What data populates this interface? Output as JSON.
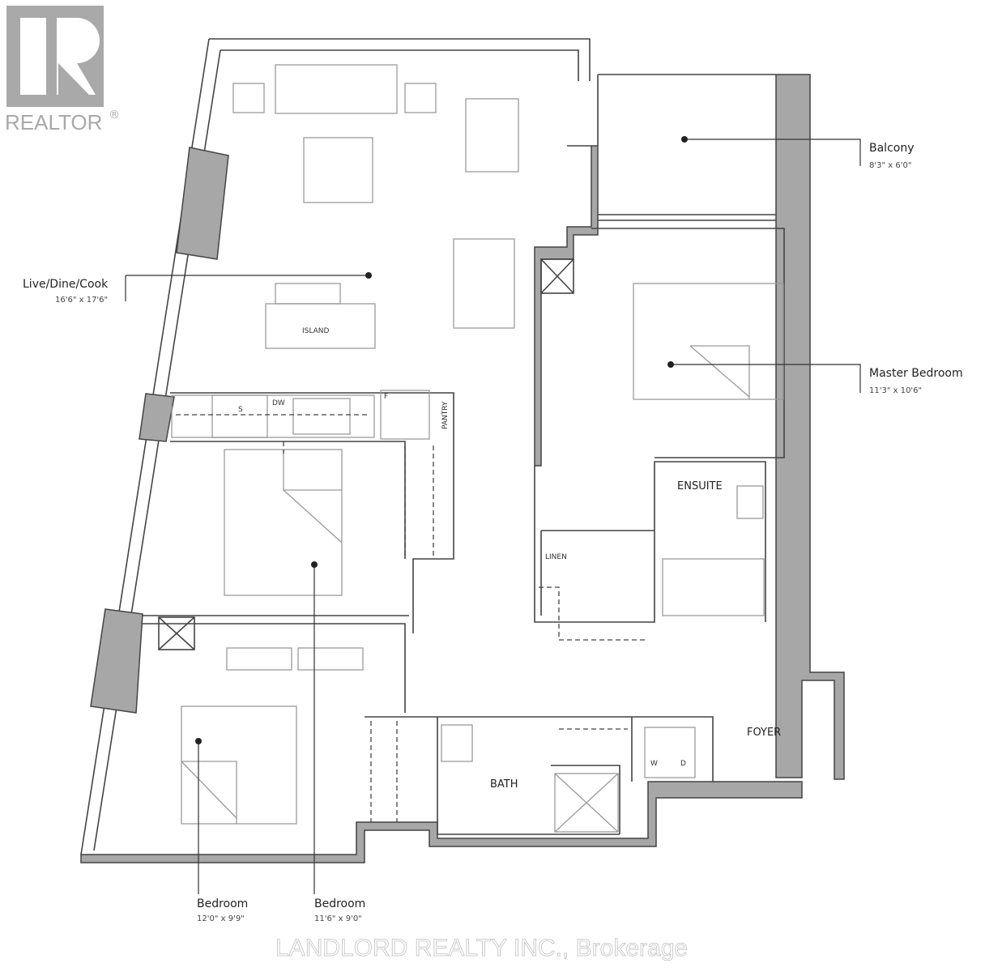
{
  "logo": {
    "text": "REALTOR",
    "mark": "®"
  },
  "watermark": "LANDLORD REALTY INC., Brokerage",
  "rooms": {
    "living": {
      "name": "Live/Dine/Cook",
      "dims": "16'6\" x 17'6\""
    },
    "balcony": {
      "name": "Balcony",
      "dims": "8'3\" x 6'0\""
    },
    "master": {
      "name": "Master Bedroom",
      "dims": "11'3\" x 10'6\""
    },
    "bedroom1": {
      "name": "Bedroom",
      "dims": "12'0\" x 9'9\""
    },
    "bedroom2": {
      "name": "Bedroom",
      "dims": "11'6\" x 9'0\""
    }
  },
  "fixtures": {
    "island": "ISLAND",
    "stove": "S",
    "dishwasher": "DW",
    "fridge": "F",
    "pantry": "PANTRY",
    "ensuite": "ENSUITE",
    "linen": "LINEN",
    "bath": "BATH",
    "foyer": "FOYER",
    "washer": "W",
    "dryer": "D"
  },
  "colors": {
    "wall": "#a7a7a7",
    "line": "#444444"
  }
}
